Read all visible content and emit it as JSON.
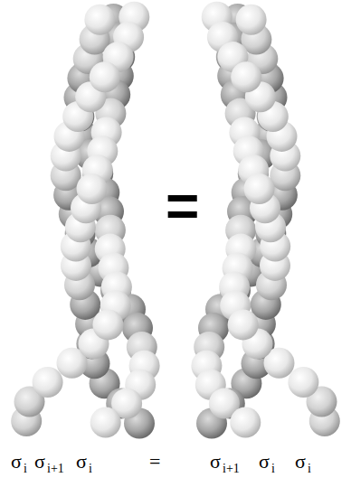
{
  "diagram": {
    "labels": [
      "=",
      "σ",
      "i",
      "σ",
      "i+1",
      "σ",
      "i",
      "=",
      "σ",
      "i+1",
      "σ",
      "i",
      "σ",
      "i"
    ]
  }
}
